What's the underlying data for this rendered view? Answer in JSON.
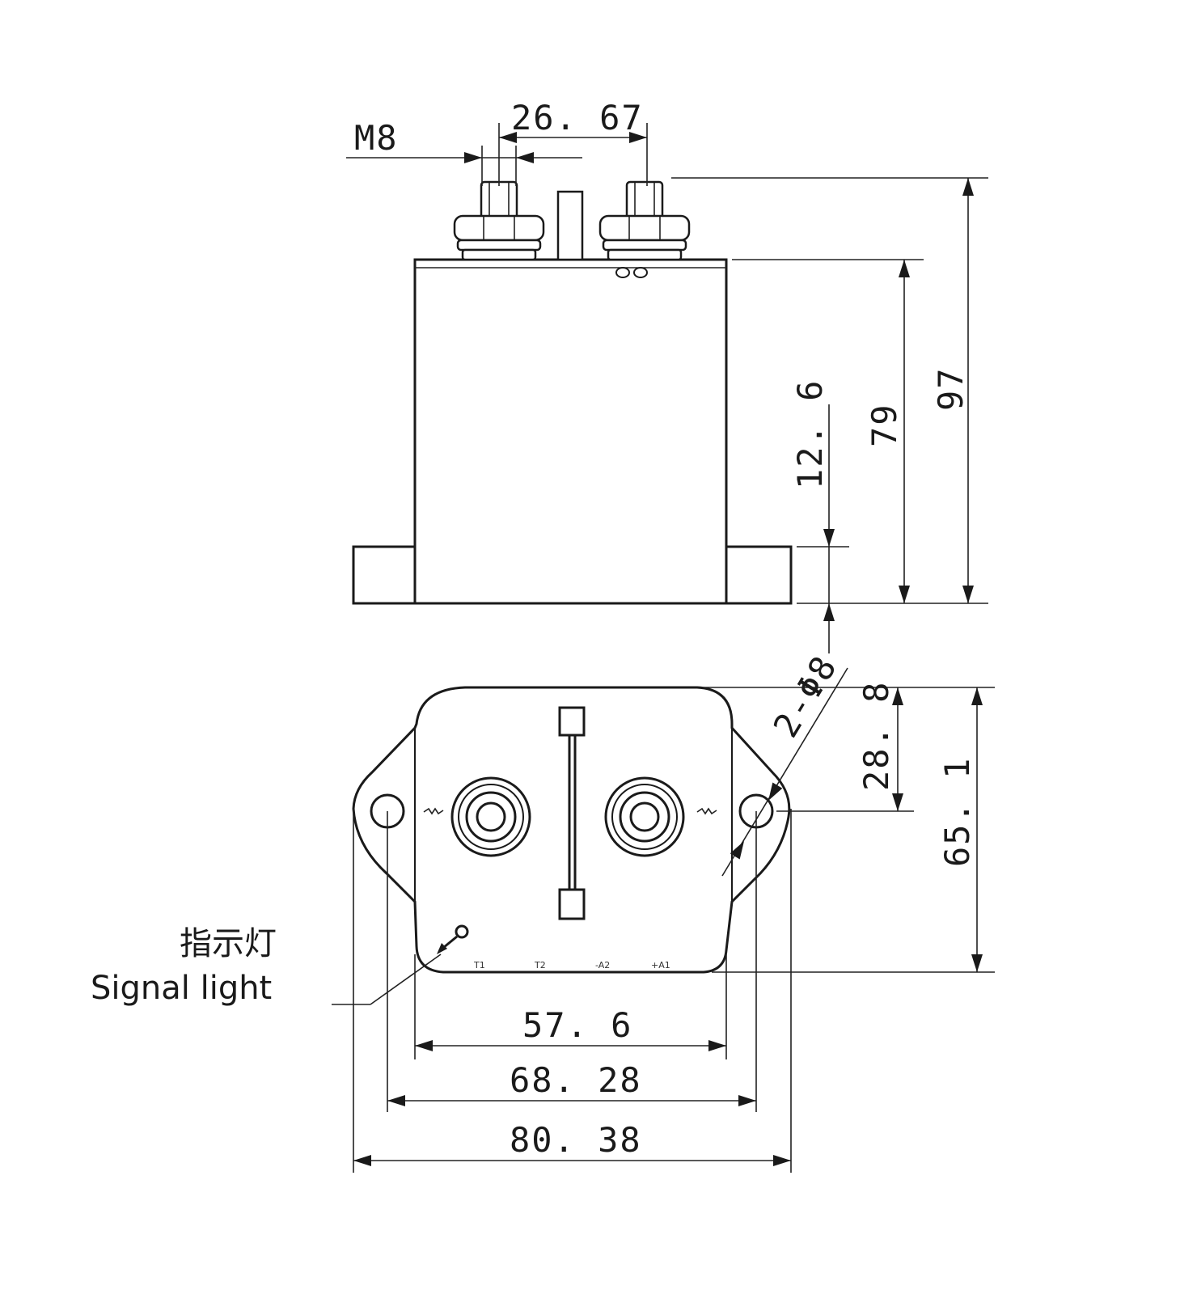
{
  "side_view": {
    "thread_label": "M8",
    "terminal_spacing": "26. 67",
    "total_height": "97",
    "body_height": "79",
    "flange_height": "12. 6"
  },
  "bottom_view": {
    "mount_holes": "2-Φ8",
    "hole_offset": "28. 8",
    "depth": "65. 1",
    "body_width": "57. 6",
    "hole_pitch": "68. 28",
    "overall_width": "80. 38",
    "terminal_marks": [
      "T1",
      "T2",
      "-A2",
      "+A1"
    ],
    "signal_light_cn": "指示灯",
    "signal_light_en": "Signal light"
  }
}
